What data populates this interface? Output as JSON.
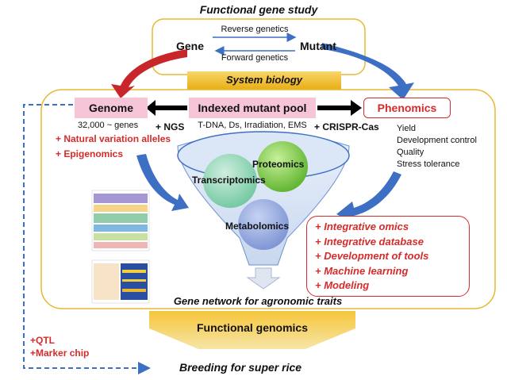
{
  "title": "Functional gene study",
  "gene_label": "Gene",
  "mutant_label": "Mutant",
  "reverse_genetics": "Reverse genetics",
  "forward_genetics": "Forward genetics",
  "system_biology": "System biology",
  "genome": {
    "label": "Genome",
    "size": "32,000 ~ genes",
    "items": [
      "+ Natural variation alleles",
      "+ Epigenomics"
    ]
  },
  "ngs": "+ NGS",
  "mutant_pool": {
    "label": "Indexed mutant pool",
    "sub": "T-DNA, Ds, Irradiation, EMS"
  },
  "crispr": "+ CRISPR-Cas",
  "phenomics": {
    "label": "Phenomics",
    "traits": [
      "Yield",
      "Development control",
      "Quality",
      "Stress tolerance"
    ]
  },
  "omics": {
    "proteomics": "Proteomics",
    "transcriptomics": "Transcriptomics",
    "metabolomics": "Metabolomics"
  },
  "integrative_list": [
    "+ Integrative omics",
    "+ Integrative database",
    "+ Development of tools",
    "+ Machine learning",
    "+ Modeling"
  ],
  "gene_network": "Gene network for agronomic traits",
  "functional_genomics": "Functional genomics",
  "qtl": "+QTL",
  "marker_chip": "+Marker chip",
  "breeding": "Breeding for super rice",
  "colors": {
    "accent_red": "#d62b2b",
    "arrow_blue": "#3d6fc4",
    "arrow_red": "#c8262a",
    "band_yellow": "#f2c230",
    "outline_yellow": "#e8b830",
    "genome_pink": "#f6c6d8",
    "pool_pink": "#f6c6d8"
  }
}
